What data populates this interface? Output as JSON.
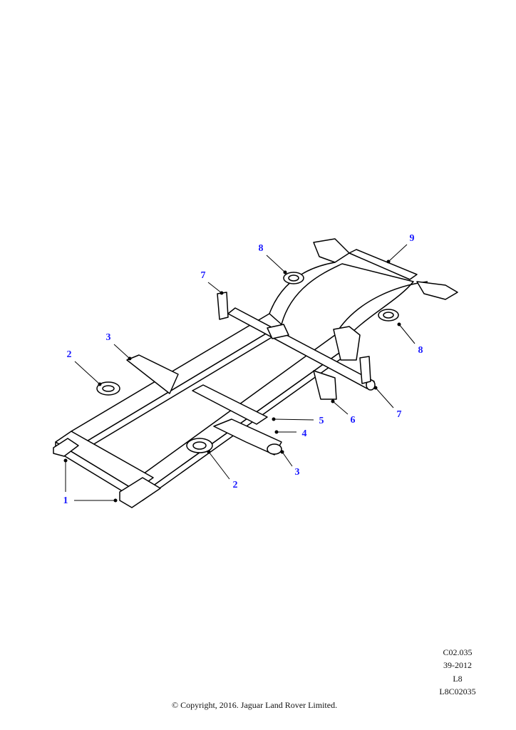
{
  "callouts": [
    {
      "label": "1"
    },
    {
      "label": "2"
    },
    {
      "label": "3"
    },
    {
      "label": "7"
    },
    {
      "label": "8"
    },
    {
      "label": "9"
    },
    {
      "label": "8"
    },
    {
      "label": "7"
    },
    {
      "label": "6"
    },
    {
      "label": "5"
    },
    {
      "label": "4"
    },
    {
      "label": "3"
    },
    {
      "label": "2"
    }
  ],
  "meta": {
    "code": "C02.035",
    "date": "39-2012",
    "model": "L8",
    "illustration_id": "L8C02035"
  },
  "copyright": "© Copyright, 2016. Jaguar Land Rover Limited.",
  "colors": {
    "callout": "#1a1aff",
    "line": "#000000"
  }
}
